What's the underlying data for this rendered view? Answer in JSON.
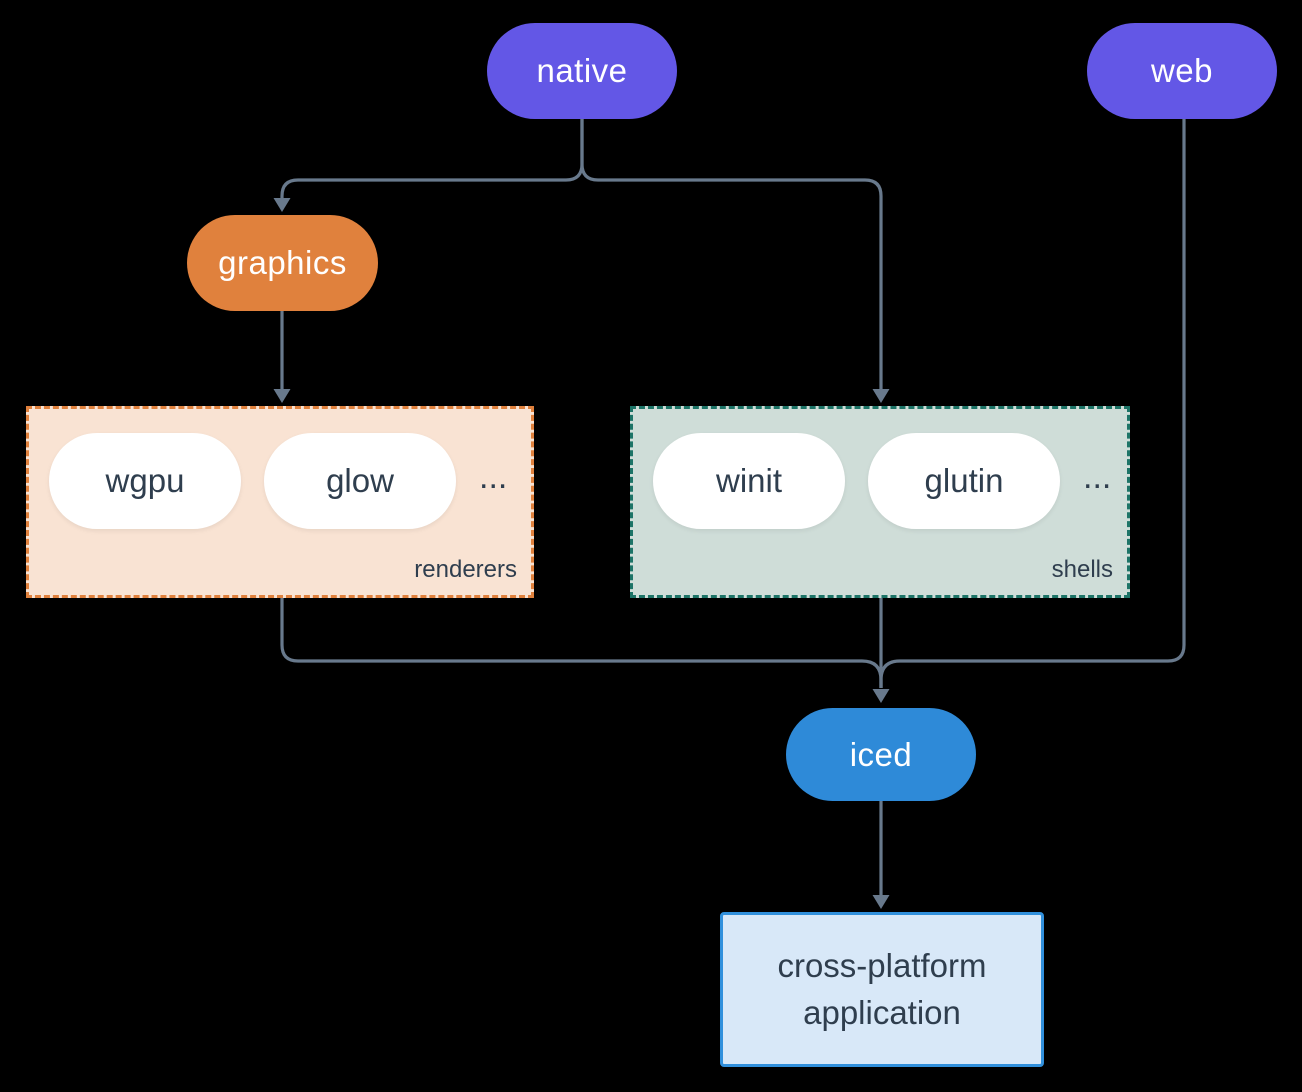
{
  "colors": {
    "background": "#000000",
    "platform_pill": "#6357e6",
    "graphics_pill": "#e0813d",
    "iced_pill": "#2e8ad8",
    "white_pill": "#ffffff",
    "renderers_box_bg": "#f9e3d3",
    "renderers_box_border": "#e0813d",
    "shells_box_bg": "#cfddd8",
    "shells_box_border": "#1d7467",
    "application_box_bg": "#d8e8f8",
    "application_box_border": "#3190dc",
    "connector": "#68798c",
    "dark_text": "#2f3e4e",
    "light_text": "#ffffff"
  },
  "nodes": {
    "native": {
      "label": "native"
    },
    "web": {
      "label": "web"
    },
    "graphics": {
      "label": "graphics"
    },
    "iced": {
      "label": "iced"
    },
    "application": {
      "label": "cross-platform application"
    }
  },
  "groups": {
    "renderers": {
      "label": "renderers",
      "items": [
        "wgpu",
        "glow"
      ],
      "ellipsis": "..."
    },
    "shells": {
      "label": "shells",
      "items": [
        "winit",
        "glutin"
      ],
      "ellipsis": "..."
    }
  }
}
